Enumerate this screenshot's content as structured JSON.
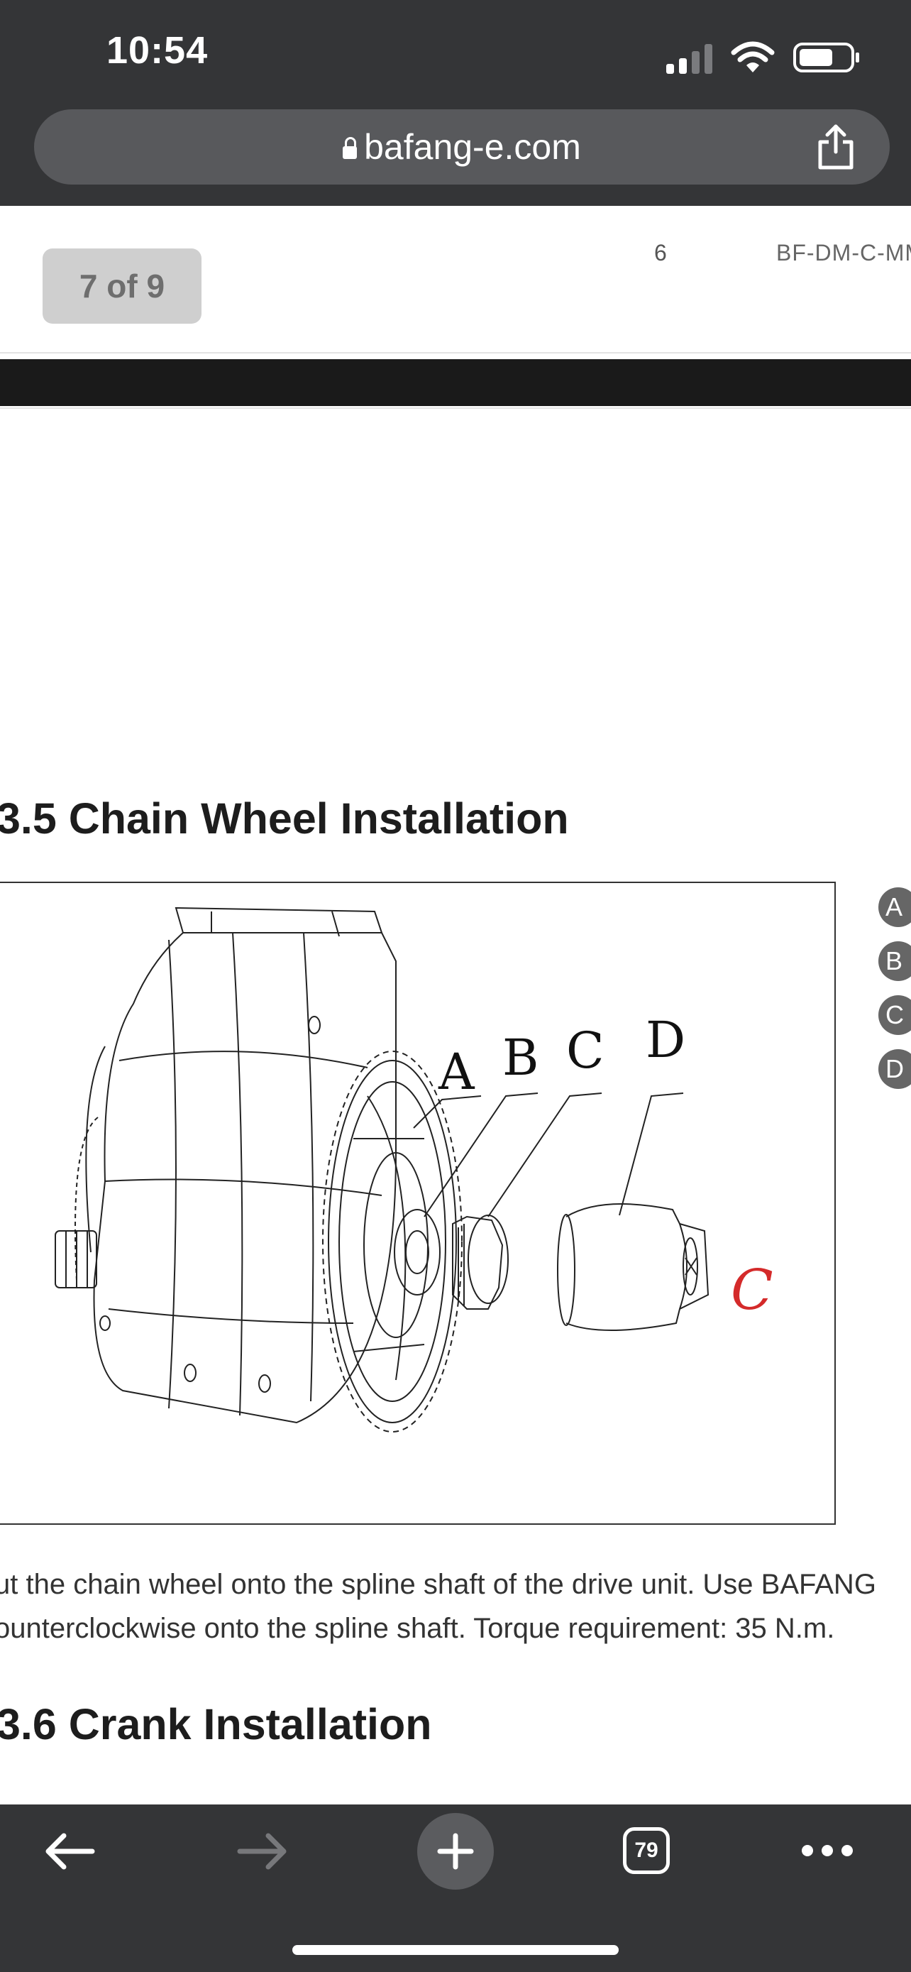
{
  "status_bar": {
    "time": "10:54",
    "signal_icon": "cellular-signal-icon",
    "wifi_icon": "wifi-icon",
    "battery_icon": "battery-icon"
  },
  "address_bar": {
    "url": "bafang-e.com",
    "lock_icon": "lock-icon",
    "share_icon": "share-icon"
  },
  "pdf_viewer": {
    "page_indicator": "7 of 9"
  },
  "document": {
    "header_page_number": "6",
    "header_model_code": "BF-DM-C-MM",
    "section_1_title": ".3.5 Chain Wheel Installation",
    "figure": {
      "labels": [
        "A",
        "B",
        "C",
        "D"
      ],
      "rotation_symbol": "C",
      "rotation_color": "#d42a2a"
    },
    "legend_markers": [
      "A",
      "B",
      "C",
      "D"
    ],
    "paragraph_lines": [
      "ut the chain wheel onto the spline shaft of the drive unit. Use BAFANG",
      "ounterclockwise onto the spline shaft. Torque requirement: 35 N.m."
    ],
    "section_2_title": ".3.6 Crank Installation"
  },
  "toolbar": {
    "back_icon": "back-arrow-icon",
    "forward_icon": "forward-arrow-icon",
    "new_tab_icon": "plus-icon",
    "tab_count": "79",
    "more_icon": "more-icon"
  },
  "colors": {
    "chrome": "#343537",
    "address_bar": "#58595c",
    "pill": "#cfcfcf",
    "band": "#1a1a1a"
  }
}
